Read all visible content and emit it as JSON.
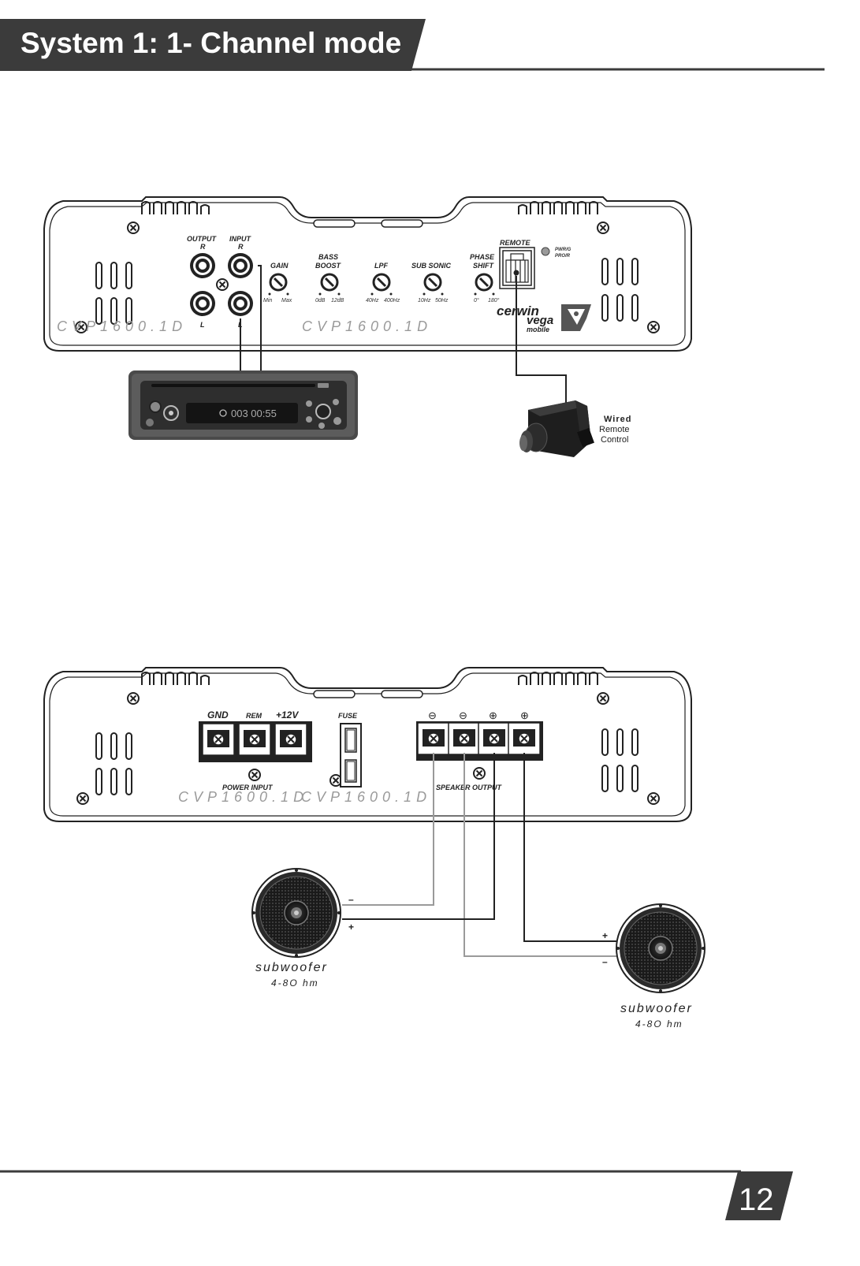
{
  "header": {
    "title": "System 1: 1- Channel mode"
  },
  "footer": {
    "page_number": "12"
  },
  "top_amp": {
    "output_label": "OUTPUT",
    "input_label": "INPUT",
    "channel_r": "R",
    "channel_l": "L",
    "gain": {
      "label": "GAIN",
      "min": "Min",
      "max": "Max"
    },
    "bass_boost": {
      "label_line1": "BASS",
      "label_line2": "BOOST",
      "min": "0dB",
      "max": "12dB"
    },
    "lpf": {
      "label": "LPF",
      "min": "40Hz",
      "max": "400Hz"
    },
    "sub_sonic": {
      "label": "SUB SONIC",
      "min": "10Hz",
      "max": "50Hz"
    },
    "phase_shift": {
      "label_line1": "PHASE",
      "label_line2": "SHIFT",
      "min": "0°",
      "max": "180°"
    },
    "remote_label": "REMOTE",
    "led_line1": "PWR/G",
    "led_line2": "PRO/R",
    "model_left": "CVP1600.1D",
    "model_center": "CVP1600.1D",
    "brand_line1": "cerwin",
    "brand_line2": "vega",
    "brand_line3": "mobile"
  },
  "head_unit": {
    "display_text": "003 00:55"
  },
  "remote_control": {
    "line1": "Wired",
    "line2": "Remote",
    "line3": "Control"
  },
  "bottom_amp": {
    "gnd_label": "GND",
    "rem_label": "REM",
    "v12_label": "+12V",
    "fuse_label": "FUSE",
    "power_input_label": "POWER INPUT",
    "speaker_output_label": "SPEAKER OUTPUT",
    "minus_symbol": "⊖",
    "plus_symbol": "⊕",
    "model_left": "CVP1600.1D",
    "model_center": "CVP1600.1D"
  },
  "speakers": [
    {
      "name": "subwoofer",
      "impedance": "4-8O hm",
      "minus": "–",
      "plus": "+"
    },
    {
      "name": "subwoofer",
      "impedance": "4-8O hm",
      "minus": "–",
      "plus": "+"
    }
  ]
}
